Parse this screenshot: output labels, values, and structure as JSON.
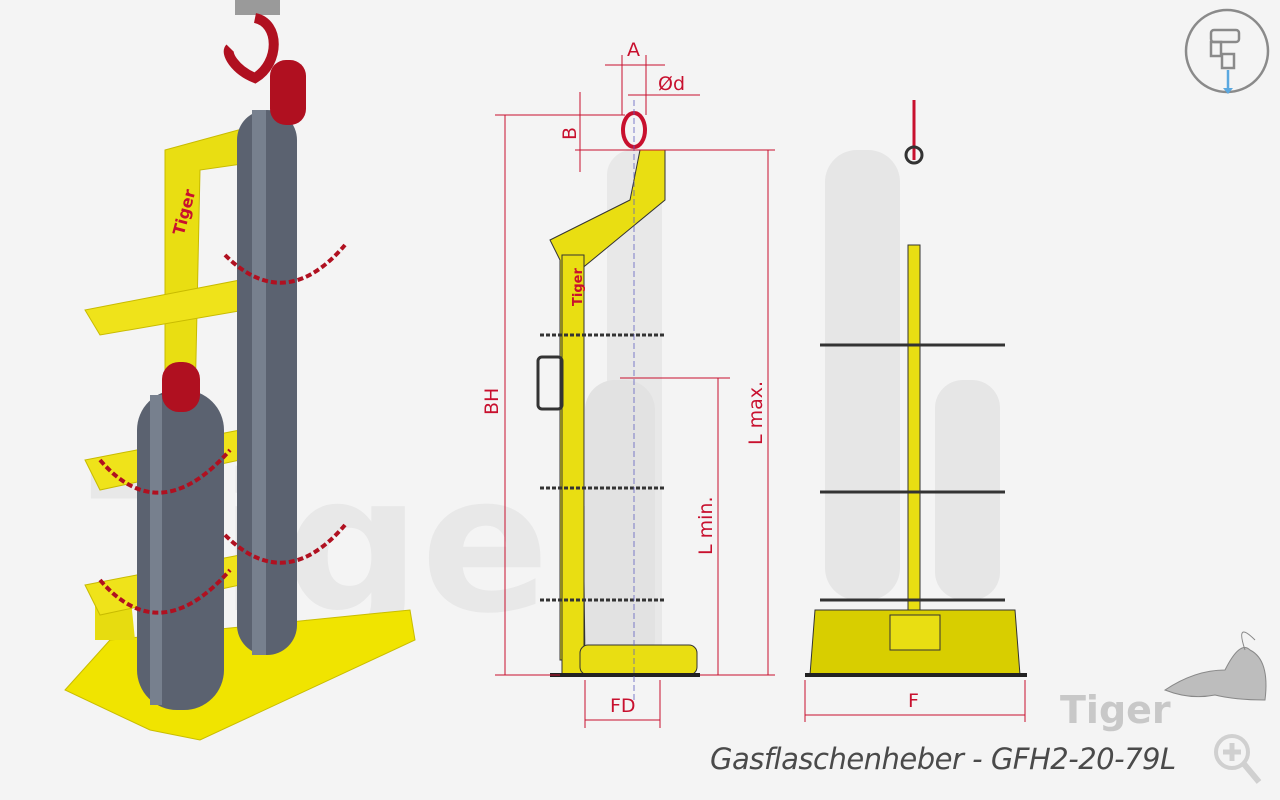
{
  "caption": "Gasflaschenheber - GFH2-20-79L",
  "brand": "Tiger",
  "frame_brand": "Tiger",
  "dimensions": {
    "A": "A",
    "d": "Ød",
    "B": "B",
    "BH": "BH",
    "L_max": "L max.",
    "L_min": "L min.",
    "FD": "FD",
    "F": "F"
  },
  "icons": {
    "top_right": "hoist-icon",
    "bottom_right": "zoom-in-icon"
  },
  "colors": {
    "dimension": "#c8102e",
    "frame": "#e6dc1e",
    "cylinder": "#5b6270",
    "cap": "#b01020"
  }
}
